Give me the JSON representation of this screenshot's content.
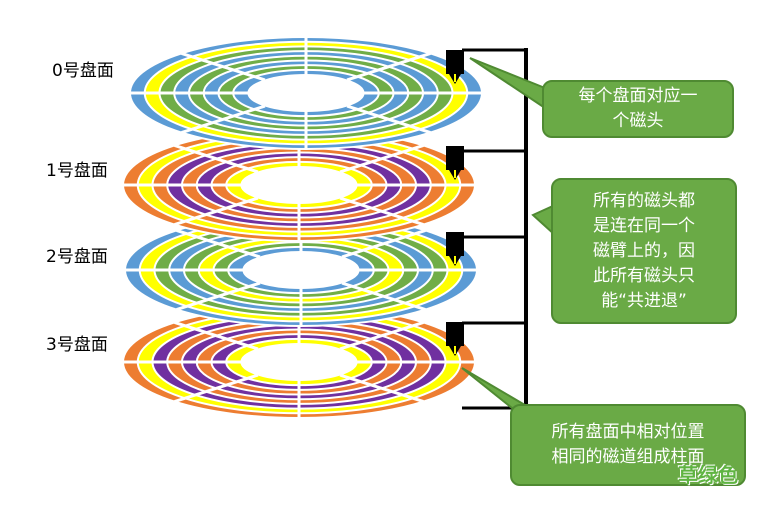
{
  "platters": [
    {
      "label": "0号盘面",
      "colors": [
        "#5b9bd5",
        "#ffff00",
        "#70ad47",
        "#5b9bd5",
        "#70ad47",
        "#5b9bd5",
        "#70ad47",
        "#5b9bd5"
      ]
    },
    {
      "label": "1号盘面",
      "colors": [
        "#ed7d31",
        "#ffff00",
        "#ed7d31",
        "#7030a0",
        "#ed7d31",
        "#7030a0",
        "#ed7d31",
        "#ffff00"
      ]
    },
    {
      "label": "2号盘面",
      "colors": [
        "#5b9bd5",
        "#ffff00",
        "#70ad47",
        "#5b9bd5",
        "#70ad47",
        "#ffff00",
        "#70ad47",
        "#5b9bd5"
      ]
    },
    {
      "label": "3号盘面",
      "colors": [
        "#ed7d31",
        "#ffff00",
        "#7030a0",
        "#ed7d31",
        "#7030a0",
        "#ed7d31",
        "#7030a0",
        "#ffff00"
      ]
    }
  ],
  "callouts": {
    "one_head": [
      "每个盘面对应一",
      "个磁头"
    ],
    "same_arm": [
      "所有的磁头都",
      "是连在同一个",
      "磁臂上的，因",
      "此所有磁头只",
      "能“共进退”"
    ],
    "cylinder": [
      "所有盘面中相对位置",
      "相同的磁道组成柱面"
    ]
  },
  "watermark": "草绿色",
  "colors": {
    "callout_fill": "#6aaa46",
    "callout_border": "#4f8a32",
    "head": "#000000",
    "arm": "#000000",
    "divider": "#ffffff"
  }
}
